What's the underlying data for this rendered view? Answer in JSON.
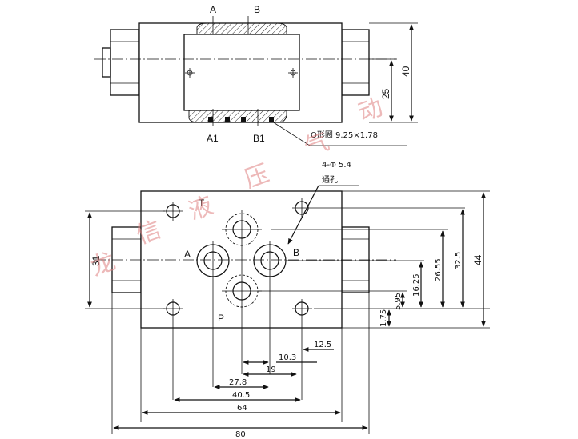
{
  "top_view": {
    "port_a": "A",
    "port_b": "B",
    "port_a1": "A1",
    "port_b1": "B1",
    "oring_label": "O形圈 9.25×1.78",
    "dim_height": "40",
    "dim_inner": "25"
  },
  "plan_view": {
    "hole_note": "4-Φ 5.4",
    "hole_note2": "通孔",
    "port_t": "T",
    "port_a": "A",
    "port_b": "B",
    "port_p": "P",
    "dims_vertical": {
      "left_31": "31",
      "d_32_5": "32.5",
      "d_44": "44",
      "d_26_55": "26.55",
      "d_16_25": "16.25",
      "d_5_95": "5.95",
      "d_1_75": "1.75"
    },
    "dims_horizontal": {
      "d_12_5": "12.5",
      "d_10_3": "10.3",
      "d_19": "19",
      "d_27_8": "27.8",
      "d_40_5": "40.5",
      "d_64": "64",
      "d_80": "80"
    }
  },
  "watermark": [
    "龙",
    "信",
    "液",
    "压",
    "气",
    "动"
  ],
  "colors": {
    "line": "#111111",
    "watermark": "#e08080"
  }
}
